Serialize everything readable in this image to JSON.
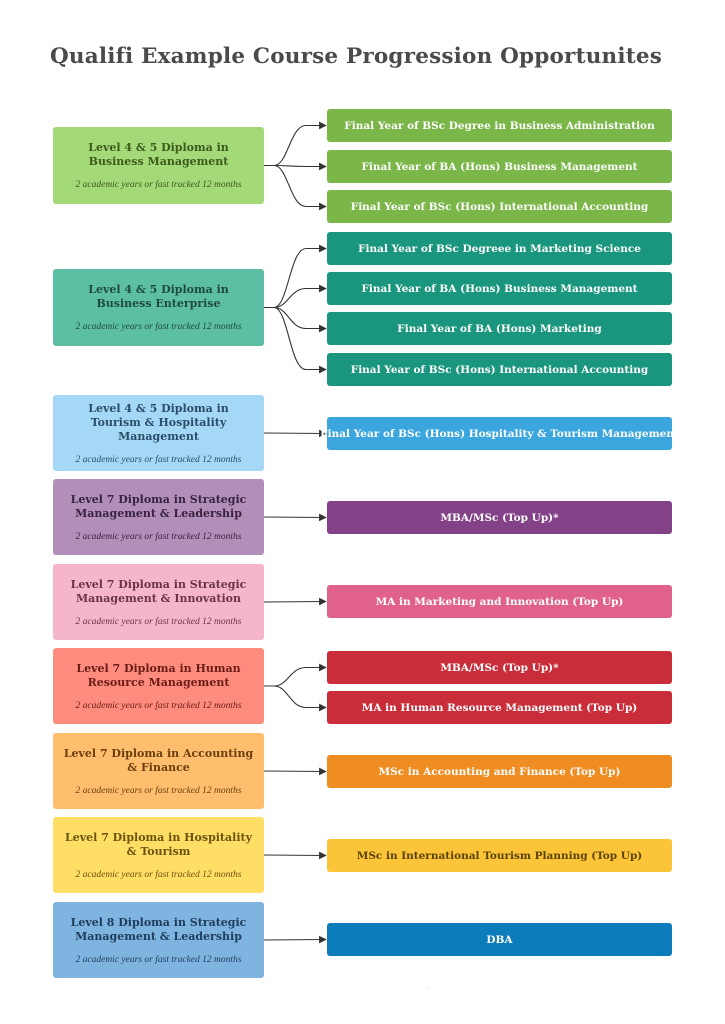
{
  "title": "Qualifi Example Course Progression Opportunites",
  "colors": {
    "title": "#4a4a4a",
    "connector": "#333333"
  },
  "groups": [
    {
      "source": {
        "title": "Level 4 & 5 Diploma in Business Management",
        "subtitle": "2 academic years or fast tracked 12 months",
        "fill": "#a3d977",
        "text_color": "#3d5a1c"
      },
      "targets": [
        {
          "label": "Final Year of  BSc  Degree in Business Administration",
          "fill": "#7ab648",
          "text_color": "#ffffff"
        },
        {
          "label": "Final Year of  BA (Hons) Business Management",
          "fill": "#7ab648",
          "text_color": "#ffffff"
        },
        {
          "label": "Final Year of  BSc (Hons) International Accounting",
          "fill": "#7ab648",
          "text_color": "#ffffff"
        }
      ]
    },
    {
      "source": {
        "title": "Level 4 & 5 Diploma in Business Enterprise",
        "subtitle": "2 academic years or fast tracked 12 months",
        "fill": "#5cbfa4",
        "text_color": "#1f4a3e"
      },
      "targets": [
        {
          "label": "Final Year of  BSc  Degreee in Marketing Science",
          "fill": "#19967d",
          "text_color": "#ffffff"
        },
        {
          "label": "Final Year of  BA (Hons) Business Management",
          "fill": "#19967d",
          "text_color": "#ffffff"
        },
        {
          "label": "Final Year of  BA (Hons) Marketing",
          "fill": "#19967d",
          "text_color": "#ffffff"
        },
        {
          "label": "Final Year of  BSc (Hons) International Accounting",
          "fill": "#19967d",
          "text_color": "#ffffff"
        }
      ]
    },
    {
      "source": {
        "title": "Level 4 & 5 Diploma in Tourism & Hospitality Management",
        "subtitle": "2 academic years or fast tracked 12 months",
        "fill": "#a4d8f6",
        "text_color": "#2a4e66"
      },
      "targets": [
        {
          "label": "Final Year of BSc (Hons) Hospitality & Tourism Management",
          "fill": "#3aa6dd",
          "text_color": "#ffffff"
        }
      ]
    },
    {
      "source": {
        "title": "Level 7 Diploma in Strategic Management & Leadership",
        "subtitle": "2 academic years or fast tracked 12 months",
        "fill": "#b18fb8",
        "text_color": "#3a2340"
      },
      "targets": [
        {
          "label": "MBA/MSc (Top Up)*",
          "fill": "#834187",
          "text_color": "#ffffff"
        }
      ]
    },
    {
      "source": {
        "title": "Level 7 Diploma in Strategic Management & Innovation",
        "subtitle": "2 academic years or fast tracked 12 months",
        "fill": "#f5b6ca",
        "text_color": "#6a3346"
      },
      "targets": [
        {
          "label": "MA in Marketing and Innovation (Top Up)",
          "fill": "#e0628a",
          "text_color": "#ffffff"
        }
      ]
    },
    {
      "source": {
        "title": "Level 7 Diploma in Human Resource Management",
        "subtitle": "2 academic years or fast tracked 12 months",
        "fill": "#fe8c7e",
        "text_color": "#6a1c16"
      },
      "targets": [
        {
          "label": "MBA/MSc (Top Up)*",
          "fill": "#c92d39",
          "text_color": "#ffffff"
        },
        {
          "label": "MA in Human Resource Management (Top Up)",
          "fill": "#c92d39",
          "text_color": "#ffffff"
        }
      ]
    },
    {
      "source": {
        "title": "Level 7 Diploma in Accounting & Finance",
        "subtitle": "2 academic years or fast tracked 12 months",
        "fill": "#ffbd6e",
        "text_color": "#6a3f0c"
      },
      "targets": [
        {
          "label": "MSc in Accounting and Finance (Top Up)",
          "fill": "#ef8d22",
          "text_color": "#ffffff"
        }
      ]
    },
    {
      "source": {
        "title": "Level 7 Diploma in Hospitality & Tourism",
        "subtitle": "2 academic years or fast tracked 12 months",
        "fill": "#ffde66",
        "text_color": "#6a5410"
      },
      "targets": [
        {
          "label": "MSc in International Tourism Planning  (Top Up)",
          "fill": "#fcc438",
          "text_color": "#5a4200"
        }
      ]
    },
    {
      "source": {
        "title": "Level 8 Diploma in Strategic Management & Leadership",
        "subtitle": "2 academic years or fast tracked 12 months",
        "fill": "#7fb3e0",
        "text_color": "#1e3e5c"
      },
      "targets": [
        {
          "label": "DBA",
          "fill": "#0c7cba",
          "text_color": "#ffffff"
        }
      ]
    }
  ]
}
